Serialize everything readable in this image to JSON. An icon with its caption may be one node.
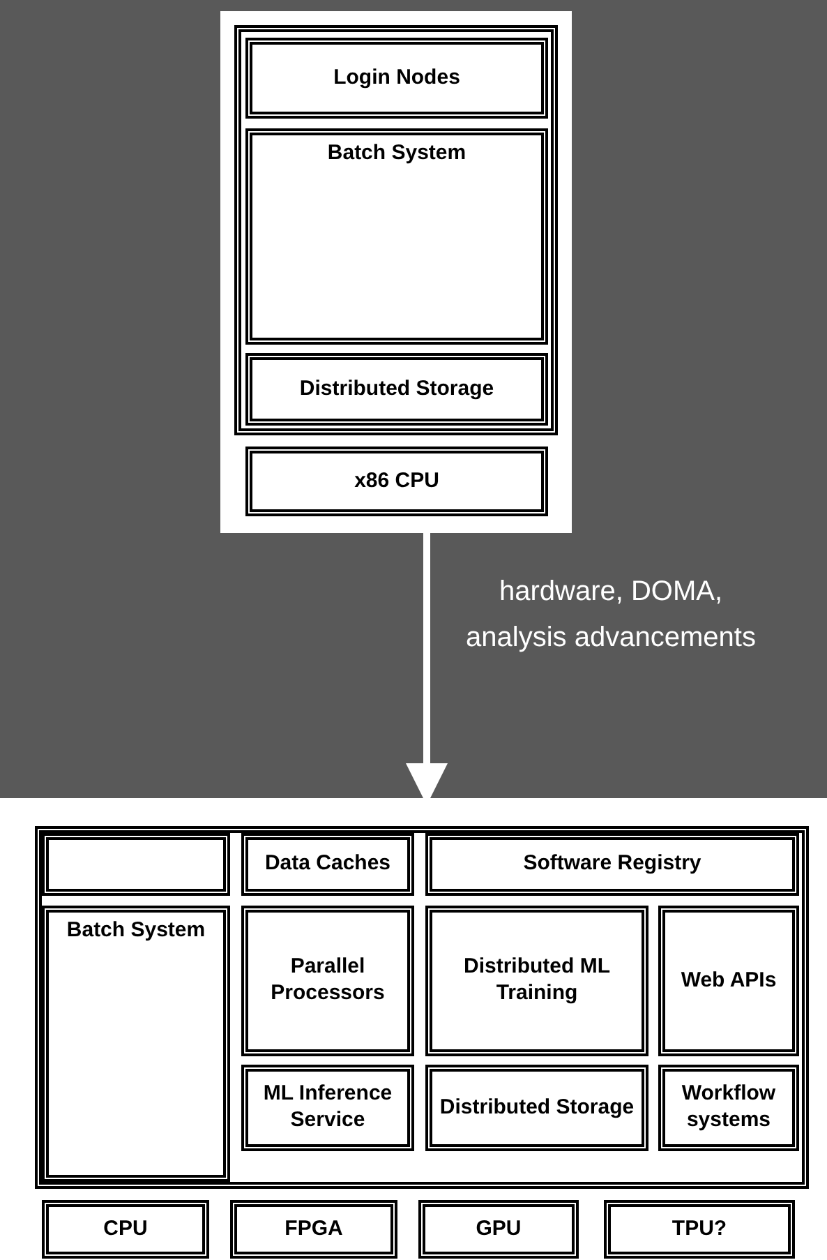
{
  "diagram": {
    "nodes": [
      {
        "text": [],
        "shape": "box"
      },
      {
        "text": [],
        "shape": "box",
        "in": 0
      },
      {
        "text": [
          "Login Nodes"
        ],
        "in": 1
      },
      {
        "text": [
          "Batch System"
        ],
        "in": 1
      },
      {
        "text": [
          "Distributed Storage"
        ],
        "in": 1
      },
      {
        "text": [
          "x86 CPU"
        ],
        "in": 0
      },
      {
        "text": [],
        "shape": "box"
      },
      {
        "text": [],
        "shape": "box",
        "in": 6
      },
      {
        "text": [],
        "shape": "box",
        "in": 7
      },
      {
        "text": [
          "Data Caches"
        ],
        "in": 7
      },
      {
        "text": [
          "Software Registry"
        ],
        "in": 7
      },
      {
        "text": [
          "Batch System"
        ],
        "in": 7
      },
      {
        "text": [
          "Parallel Processors"
        ],
        "in": 7
      },
      {
        "text": [
          "Distributed ML Training"
        ],
        "in": 7
      },
      {
        "text": [
          "Web APIs"
        ],
        "in": 7
      },
      {
        "text": [
          "ML Inference Service"
        ],
        "in": 7
      },
      {
        "text": [
          "Distributed Storage"
        ],
        "in": 7
      },
      {
        "text": [
          "Workflow systems"
        ],
        "in": 7
      },
      {
        "text": [
          "CPU"
        ],
        "in": 6
      },
      {
        "text": [
          "FPGA"
        ],
        "in": 6
      },
      {
        "text": [
          "GPU"
        ],
        "in": 6
      },
      {
        "text": [
          "TPU?"
        ],
        "in": 6
      }
    ],
    "edges": [
      {
        "from": 0,
        "to": 6,
        "arrow": "to",
        "label": "hardware, DOMA, analysis advancements"
      }
    ]
  }
}
